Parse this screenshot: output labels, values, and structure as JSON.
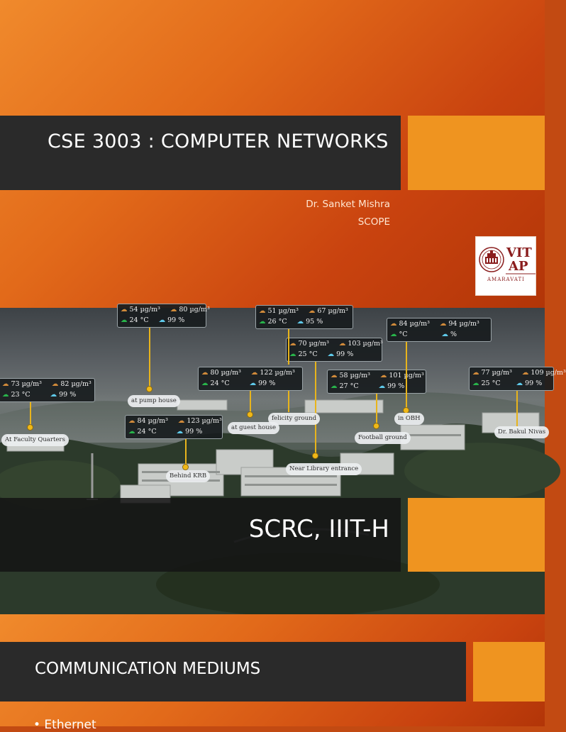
{
  "slide1": {
    "title": "CSE 3003 : COMPUTER NETWORKS",
    "author": "Dr. Sanket Mishra",
    "department": "SCOPE",
    "logo": {
      "line1": "VIT",
      "line2": "AP",
      "line3": "AMARAVATI"
    }
  },
  "slide2": {
    "title": "SCRC, IIIT-H",
    "cards": [
      {
        "pm25": "54 µg/m³",
        "pm10": "80 µg/m³",
        "temp": "24 °C",
        "hum": "99 %"
      },
      {
        "pm25": "51 µg/m³",
        "pm10": "67 µg/m³",
        "temp": "26 °C",
        "hum": "95 %"
      },
      {
        "pm25": "84 µg/m³",
        "pm10": "94 µg/m³",
        "temp": "°C",
        "hum": "%"
      },
      {
        "pm25": "70 µg/m³",
        "pm10": "103 µg/m³",
        "temp": "25 °C",
        "hum": "99 %"
      },
      {
        "pm25": "73 µg/m³",
        "pm10": "82 µg/m³",
        "temp": "23 °C",
        "hum": "99 %"
      },
      {
        "pm25": "80 µg/m³",
        "pm10": "122 µg/m³",
        "temp": "24 °C",
        "hum": "99 %"
      },
      {
        "pm25": "58 µg/m³",
        "pm10": "101 µg/m³",
        "temp": "27 °C",
        "hum": "99 %"
      },
      {
        "pm25": "77 µg/m³",
        "pm10": "109 µg/m³",
        "temp": "25 °C",
        "hum": "99 %"
      },
      {
        "pm25": "84 µg/m³",
        "pm10": "123 µg/m³",
        "temp": "24 °C",
        "hum": "99 %"
      }
    ],
    "locations": [
      "at pump house",
      "At Faculty Quarters",
      "at guest house",
      "felicity ground",
      "Behind KRB",
      "Near Library entrance",
      "Football ground",
      "in OBH",
      "Dr. Bakul Nivas"
    ]
  },
  "slide3": {
    "title": "COMMUNICATION MEDIUMS",
    "bullets": [
      "• Ethernet"
    ]
  },
  "colors": {
    "accent": "#ef9420",
    "title_bar": "#2a2a2a",
    "background_orange": "#e26a1a"
  }
}
